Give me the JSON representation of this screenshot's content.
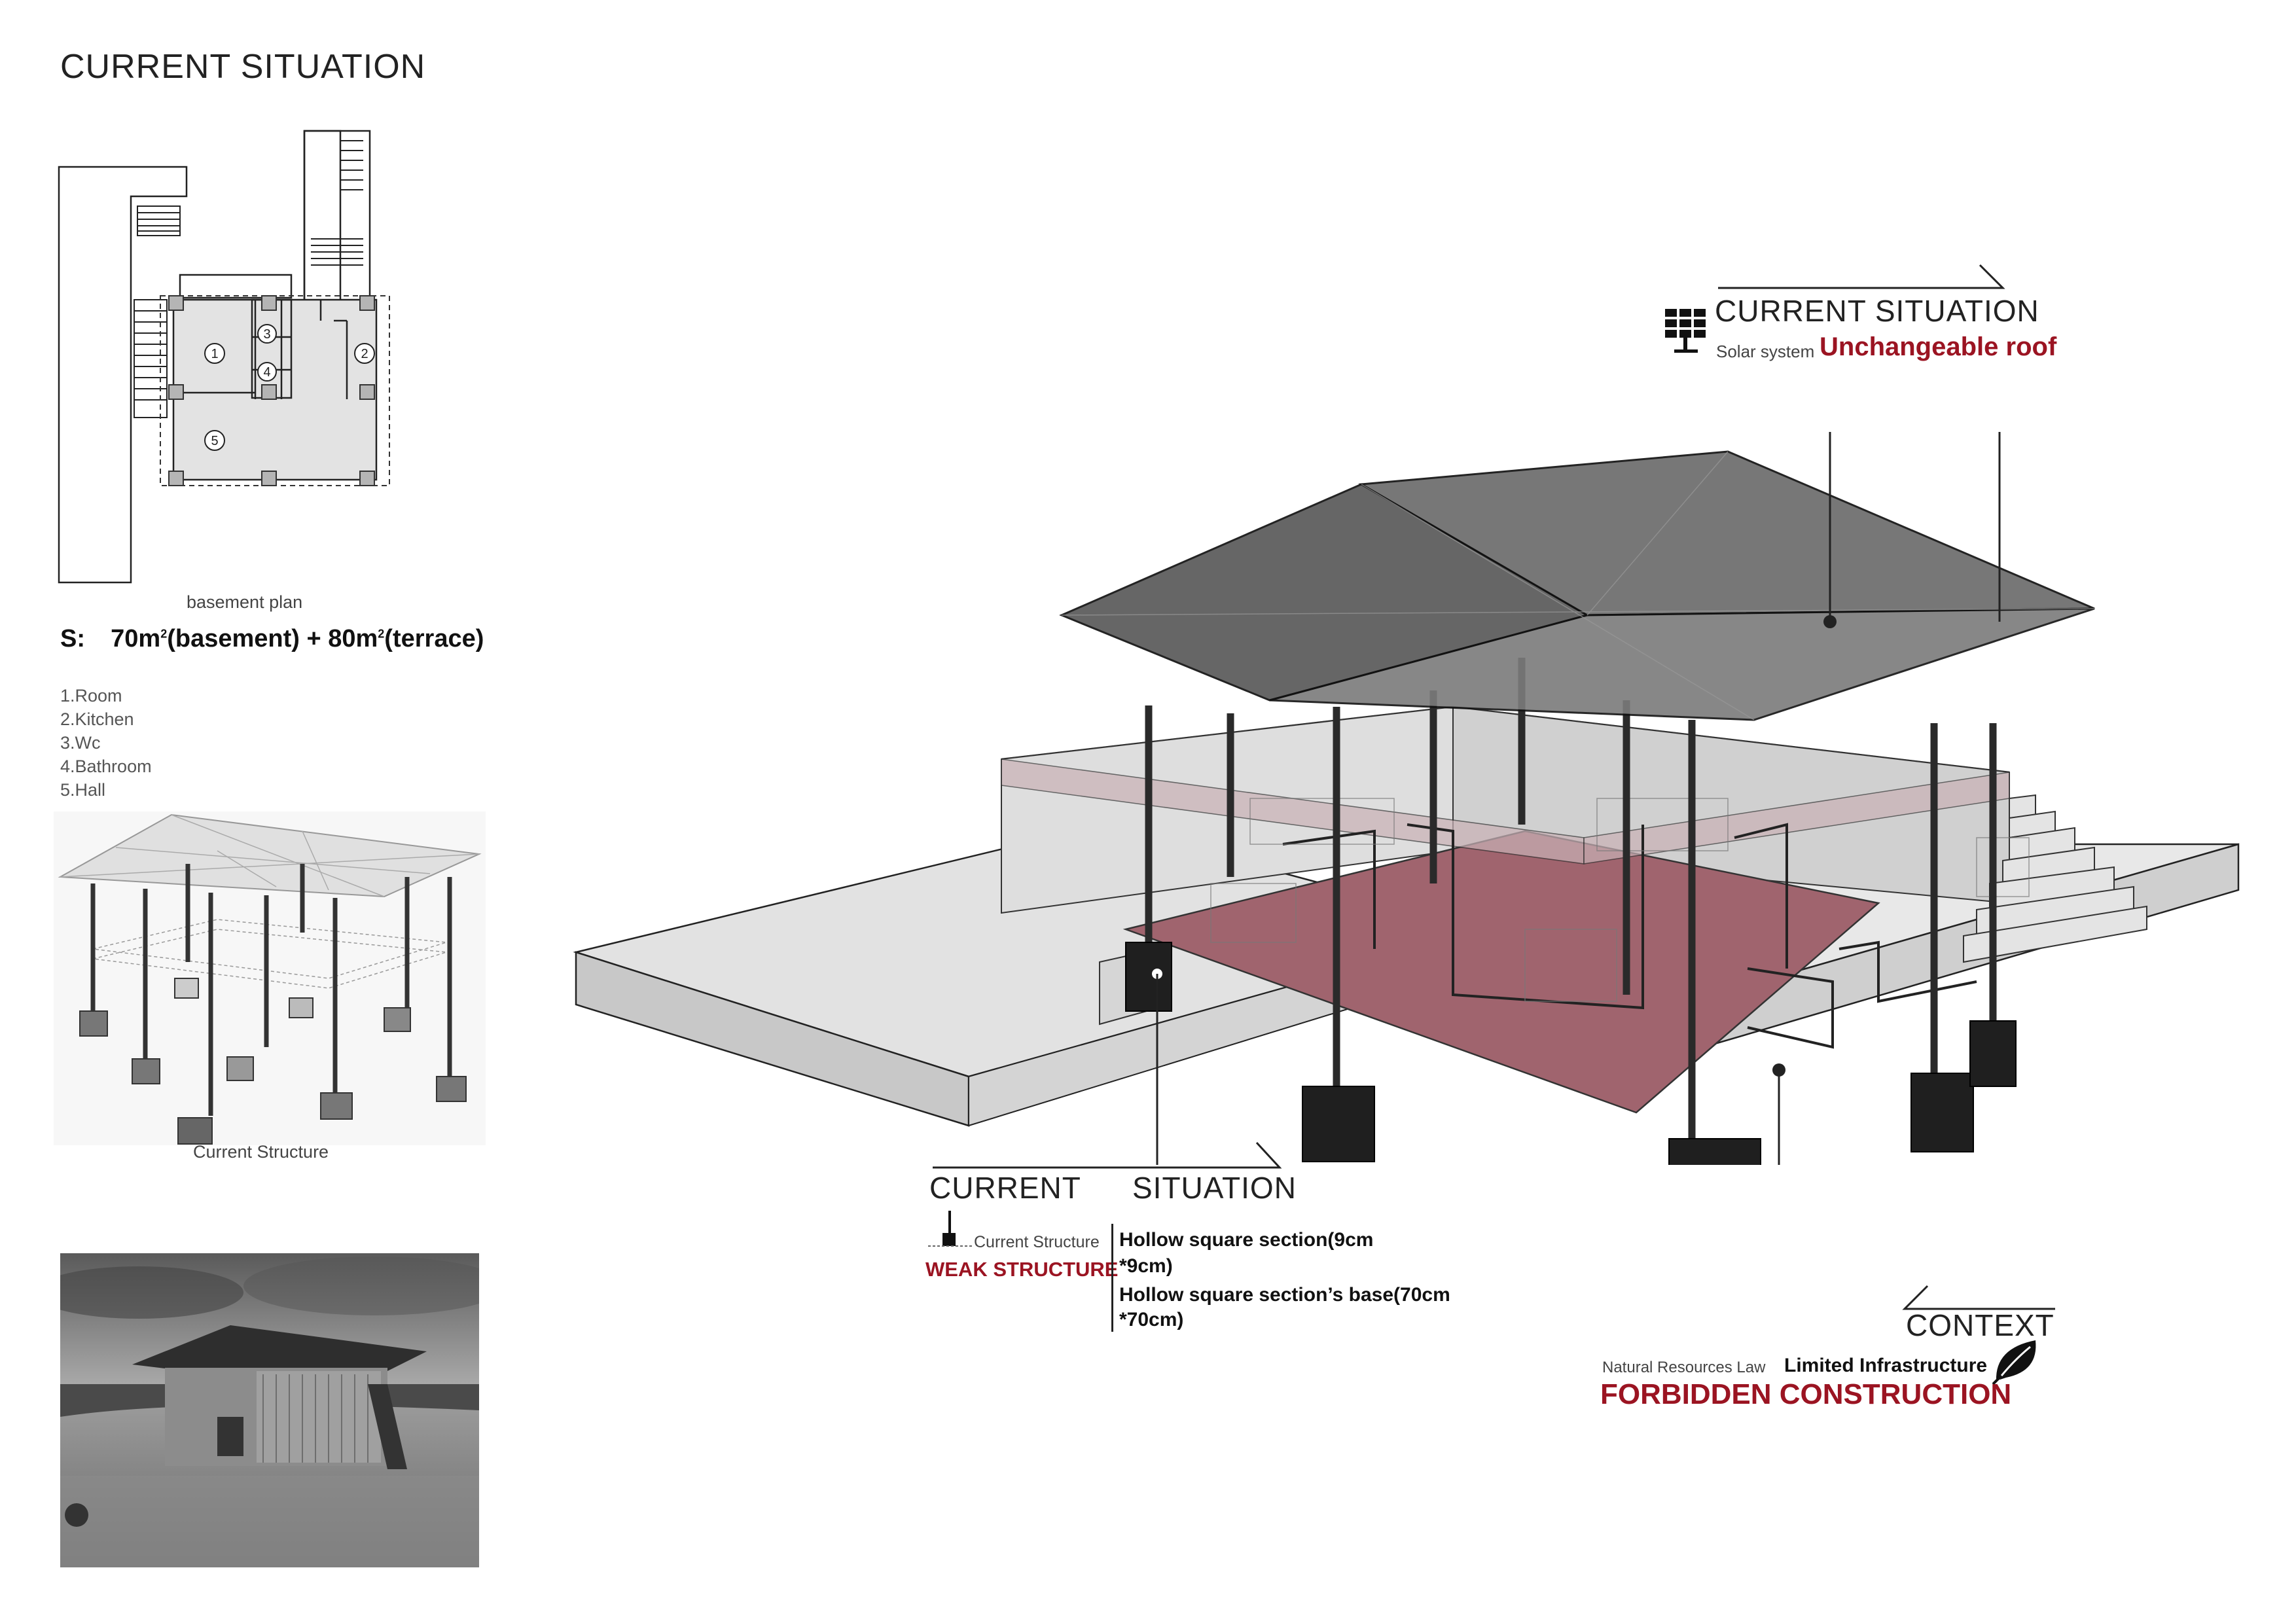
{
  "page": {
    "title": "CURRENT SITUATION"
  },
  "plan": {
    "caption": "basement plan",
    "area": {
      "prefix": "S:",
      "basement": "70m",
      "basement_sup": "2",
      "basement_label": "(basement) + 80m",
      "terrace_sup": "2",
      "terrace_label": "(terrace)"
    },
    "room_numbers": [
      "1",
      "2",
      "3",
      "4",
      "5"
    ],
    "legend": [
      "1.Room",
      "2.Kitchen",
      "3.Wc",
      "4.Bathroom",
      "5.Hall"
    ]
  },
  "structure": {
    "caption": "Current Structure"
  },
  "callout_roof": {
    "heading": "CURRENT SITUATION",
    "sub_label": "Solar system",
    "highlight": "Unchangeable roof",
    "icon": "solar-panel-icon"
  },
  "callout_structure": {
    "heading_left": "CURRENT",
    "heading_right": "SITUATION",
    "sub_label": "Current Structure",
    "highlight": "WEAK STRUCTURE",
    "detail_1a": "Hollow square section(9cm",
    "detail_1b": "*9cm)",
    "detail_2a": "Hollow square section’s base(70cm",
    "detail_2b": "*70cm)"
  },
  "callout_context": {
    "heading": "CONTEXT",
    "sub_label": "Natural Resources Law",
    "detail": "Limited Infrastructure",
    "highlight": "FORBIDDEN CONSTRUCTION",
    "icon": "leaf-icon"
  },
  "colors": {
    "accent_red": "#9b1422",
    "floor_pink": "#a0646e",
    "roof_grey": "#6c6c6c"
  }
}
